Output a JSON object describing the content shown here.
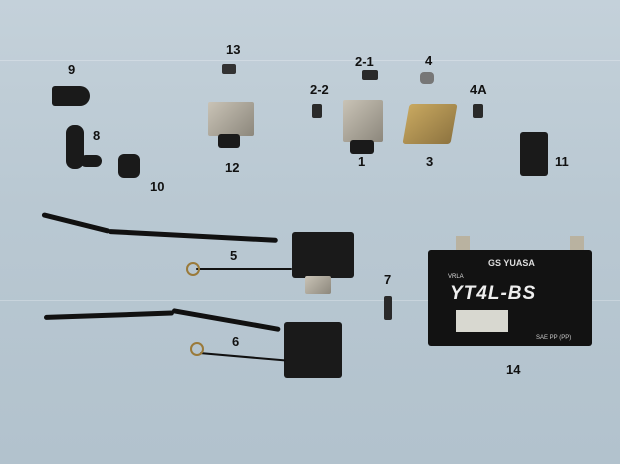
{
  "labels": {
    "p9": "9",
    "p8": "8",
    "p10": "10",
    "p13": "13",
    "p12": "12",
    "p2_2": "2-2",
    "p2_1": "2-1",
    "p1": "1",
    "p4": "4",
    "p3": "3",
    "p4a": "4A",
    "p11": "11",
    "p5": "5",
    "p7": "7",
    "p6": "6",
    "p14": "14"
  },
  "battery": {
    "brand": "GS YUASA",
    "type": "VRLA",
    "model": "YT4L-BS",
    "marking": "SAE PP (PP)"
  }
}
